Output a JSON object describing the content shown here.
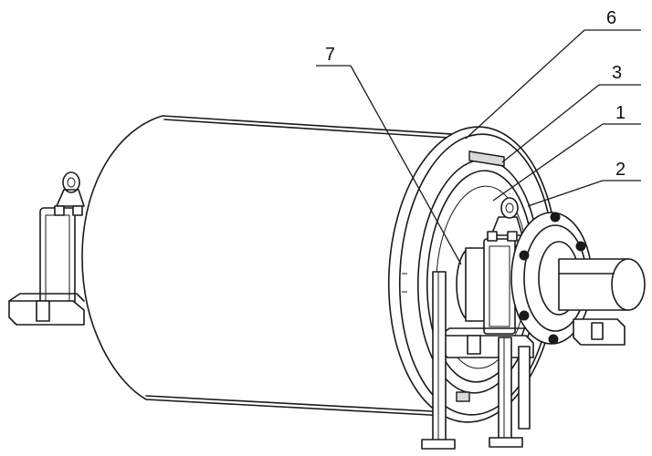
{
  "labels": {
    "l6": "6",
    "l3": "3",
    "l1": "1",
    "l2": "2",
    "l7": "7"
  }
}
